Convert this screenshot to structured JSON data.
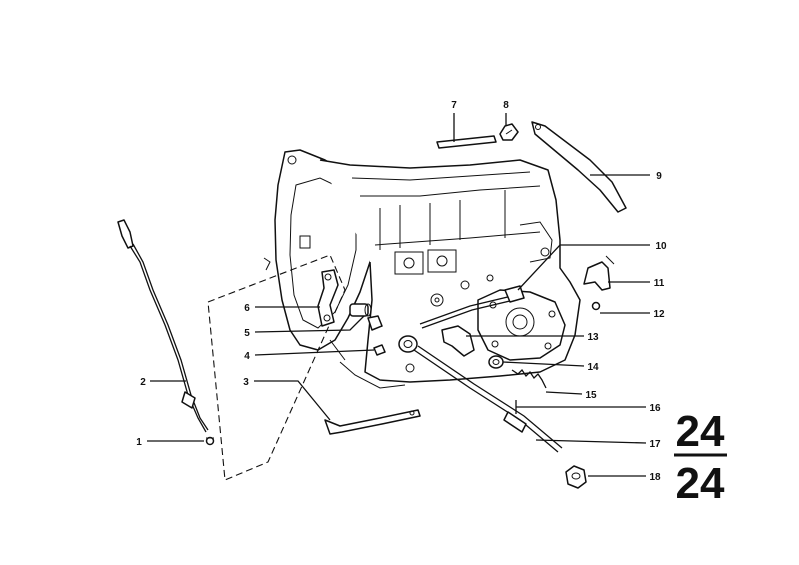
{
  "diagram": {
    "section_numerator": "24",
    "section_denominator": "24",
    "callouts": [
      {
        "id": "1",
        "label": "1"
      },
      {
        "id": "2",
        "label": "2"
      },
      {
        "id": "3",
        "label": "3"
      },
      {
        "id": "4",
        "label": "4"
      },
      {
        "id": "5",
        "label": "5"
      },
      {
        "id": "6",
        "label": "6"
      },
      {
        "id": "7",
        "label": "7"
      },
      {
        "id": "8",
        "label": "8"
      },
      {
        "id": "9",
        "label": "9"
      },
      {
        "id": "10",
        "label": "10"
      },
      {
        "id": "11",
        "label": "11"
      },
      {
        "id": "12",
        "label": "12"
      },
      {
        "id": "13",
        "label": "13"
      },
      {
        "id": "14",
        "label": "14"
      },
      {
        "id": "15",
        "label": "15"
      },
      {
        "id": "16",
        "label": "16"
      },
      {
        "id": "17",
        "label": "17"
      },
      {
        "id": "18",
        "label": "18"
      }
    ]
  }
}
